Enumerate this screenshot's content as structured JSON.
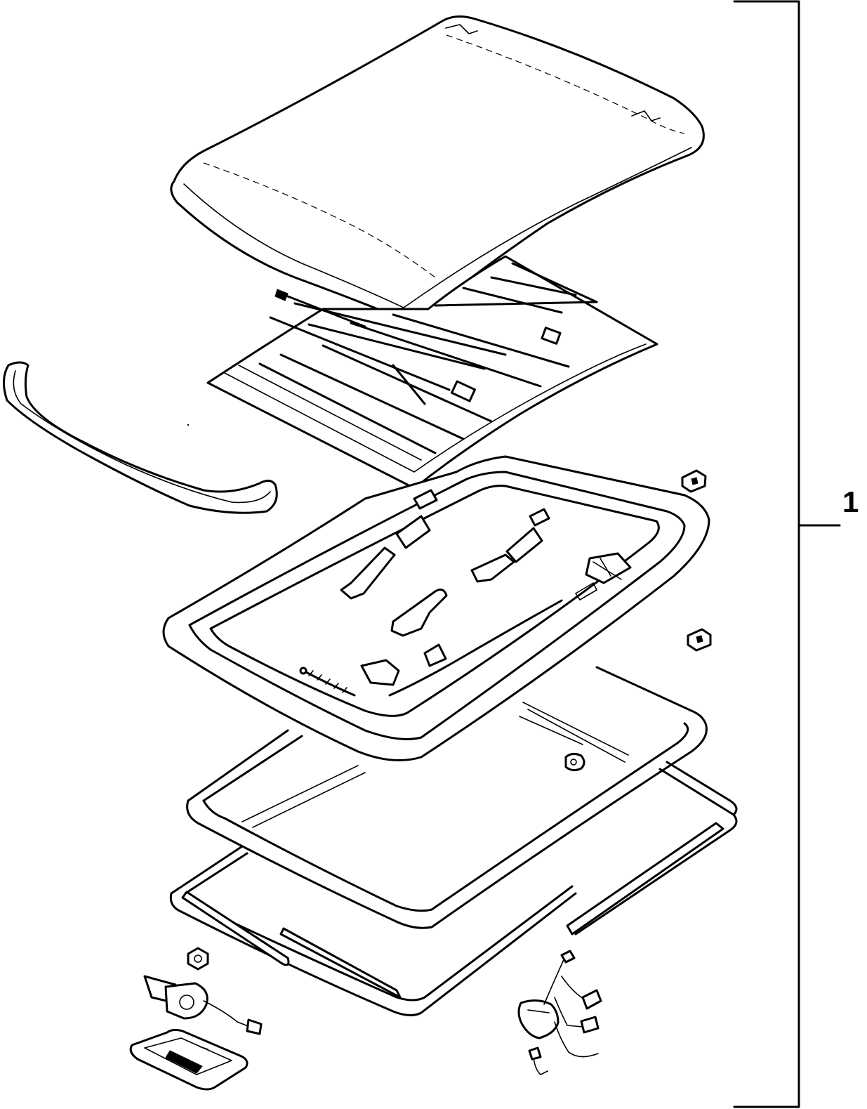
{
  "callout": {
    "number": "1"
  },
  "parts": [
    "glass-panel",
    "sunshade-roller",
    "front-deflector",
    "frame-with-mechanism",
    "guide-seal-frame",
    "outer-seal-frame",
    "drain-strips",
    "motor",
    "switch-bezel",
    "wiring-harness-relay",
    "nut"
  ]
}
